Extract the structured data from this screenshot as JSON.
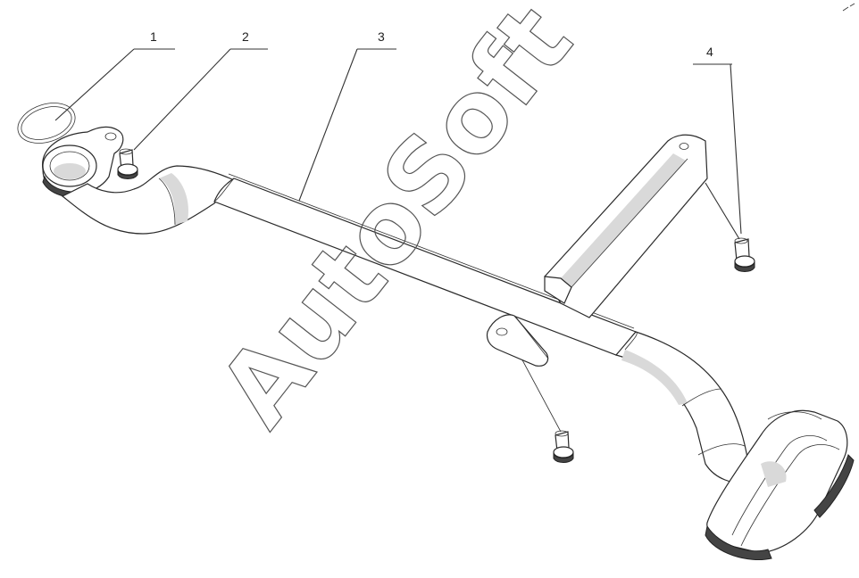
{
  "callouts": [
    {
      "id": "1",
      "label": "1"
    },
    {
      "id": "2",
      "label": "2"
    },
    {
      "id": "3",
      "label": "3"
    },
    {
      "id": "4",
      "label": "4"
    }
  ],
  "watermark": {
    "text": "AutoSoft"
  }
}
